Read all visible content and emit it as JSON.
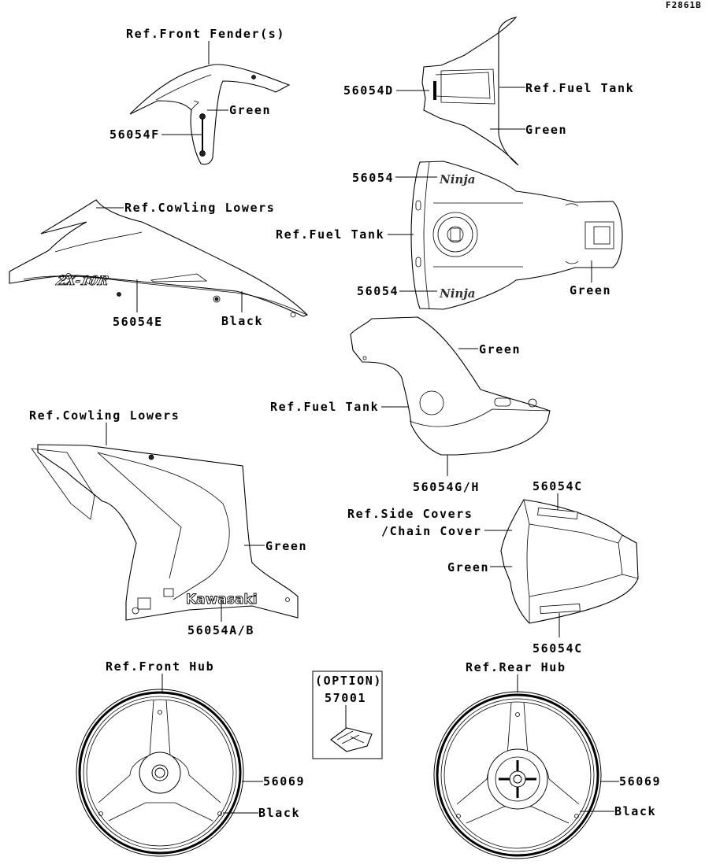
{
  "figure_id": "F2861B",
  "groups": {
    "front_fender": {
      "ref": "Ref.Front Fender(s)",
      "color": "Green",
      "part": "56054F"
    },
    "fuel_tank_cover": {
      "part": "56054D",
      "ref": "Ref.Fuel Tank",
      "color": "Green"
    },
    "cowling_upper": {
      "ref": "Ref.Cowling Lowers",
      "part": "56054E",
      "color": "Black",
      "emblem_text": "ZX-10R"
    },
    "fuel_tank_top": {
      "part_top": "56054",
      "ref": "Ref.Fuel Tank",
      "part_bottom": "56054",
      "color": "Green",
      "emblem_text": "Ninja"
    },
    "fuel_tank_side": {
      "color": "Green",
      "ref": "Ref.Fuel Tank",
      "part": "56054G/H"
    },
    "cowling_lower": {
      "ref": "Ref.Cowling Lowers",
      "color": "Green",
      "part": "56054A/B",
      "emblem_text": "Kawasaki"
    },
    "side_covers": {
      "part_top": "56054C",
      "ref_line1": "Ref.Side Covers",
      "ref_line2": "/Chain Cover",
      "color": "Green",
      "part_bottom": "56054C"
    },
    "option": {
      "title": "(OPTION)",
      "part": "57001"
    },
    "front_wheel": {
      "ref": "Ref.Front Hub",
      "part": "56069",
      "color": "Black"
    },
    "rear_wheel": {
      "ref": "Ref.Rear Hub",
      "part": "56069",
      "color": "Black"
    }
  }
}
